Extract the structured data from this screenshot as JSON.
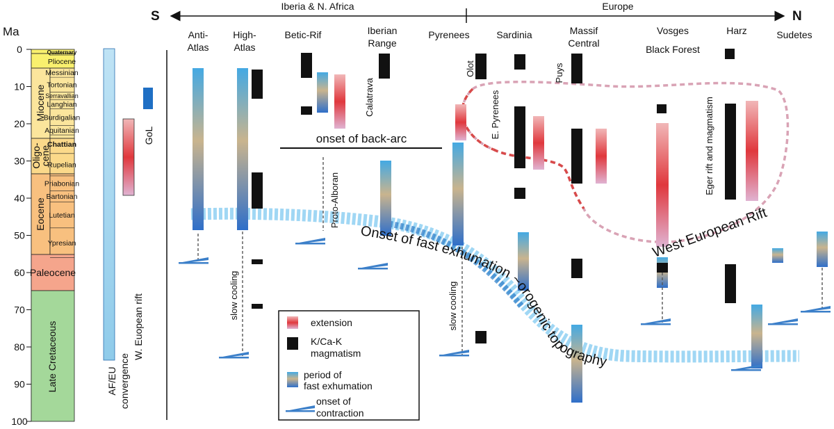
{
  "y_axis": {
    "unit": "Ma",
    "ticks": [
      "0",
      "10",
      "20",
      "30",
      "40",
      "50",
      "60",
      "70",
      "80",
      "90",
      "100"
    ]
  },
  "epochs": [
    {
      "name": "Quaternary",
      "start": 0,
      "end": 1.5
    },
    {
      "name": "Pliocene",
      "start": 1.5,
      "end": 5
    },
    {
      "name": "Messinian",
      "start": 5,
      "end": 7.5
    },
    {
      "name": "Tortonian",
      "start": 7.5,
      "end": 11.5
    },
    {
      "name": "Serravallian",
      "start": 11.5,
      "end": 13.5
    },
    {
      "name": "Langhian",
      "start": 13.5,
      "end": 16
    },
    {
      "name": "Burdigalian",
      "start": 16,
      "end": 20.5
    },
    {
      "name": "Aquitanian",
      "start": 20.5,
      "end": 23
    },
    {
      "name": "Chattian",
      "start": 23,
      "end": 28
    },
    {
      "name": "Rupelian",
      "start": 28,
      "end": 34
    },
    {
      "name": "Priabonian",
      "start": 34,
      "end": 38
    },
    {
      "name": "Bartonian",
      "start": 38,
      "end": 41
    },
    {
      "name": "Lutetian",
      "start": 41,
      "end": 48
    },
    {
      "name": "Ypresian",
      "start": 48,
      "end": 56
    }
  ],
  "periods": {
    "miocene": "Miocene",
    "oligo1": "Oligo-",
    "oligo2": "cene",
    "eocene": "Eocene",
    "paleocene": "Paleocene",
    "cretaceous": "Late Cretaceous"
  },
  "side_labels": {
    "af1": "AF/EU",
    "af2": "convergence",
    "wer": "W. Euopean rift",
    "gol": "GoL"
  },
  "header": {
    "south": "S",
    "north": "N",
    "left_region": "Iberia & N. Africa",
    "right_region": "Europe"
  },
  "columns": {
    "anti1": "Anti-",
    "anti2": "Atlas",
    "high1": "High-",
    "high2": "Atlas",
    "betic": "Betic-Rif",
    "iber1": "Iberian",
    "iber2": "Range",
    "pyrenees": "Pyrenees",
    "sardinia": "Sardinia",
    "massif1": "Massif",
    "massif2": "Central",
    "vosges1": "Vosges",
    "vosges2": "Black Forest",
    "harz": "Harz",
    "sudetes": "Sudetes"
  },
  "annotations": {
    "backarc": "onset of back-arc",
    "calatrava": "Calatrava",
    "olot": "Olot",
    "e_pyrenees": "E. Pyrenees",
    "puys": "Puys",
    "eger": "Eger rift and magmatism",
    "proto_alboran": "Proto-Alboran",
    "slow1": "slow cooling",
    "slow2": "slow cooling",
    "exhumation": "Onset of fast exhumation ~orogenic topography",
    "west_rift": "West European Rift"
  },
  "legend": {
    "extension": "extension",
    "magma1": "K/Ca-K",
    "magma2": "magmatism",
    "exhum1": "period of",
    "exhum2": "fast exhumation",
    "contr1": "onset of",
    "contr2": "contraction"
  },
  "colors": {
    "extension_red": "#e0383d",
    "exhumation_blue": "#3b8fd6",
    "exhumation_tan": "#c9b48e",
    "rift_outline": "#d9a3b5",
    "quaternary_yellow": "#f9f06e",
    "neogene_yellow": "#fbe59c",
    "paleogene_orange": "#f8c07f",
    "paleocene_salmon": "#f5a58c",
    "cretaceous_green": "#a4d89a"
  }
}
